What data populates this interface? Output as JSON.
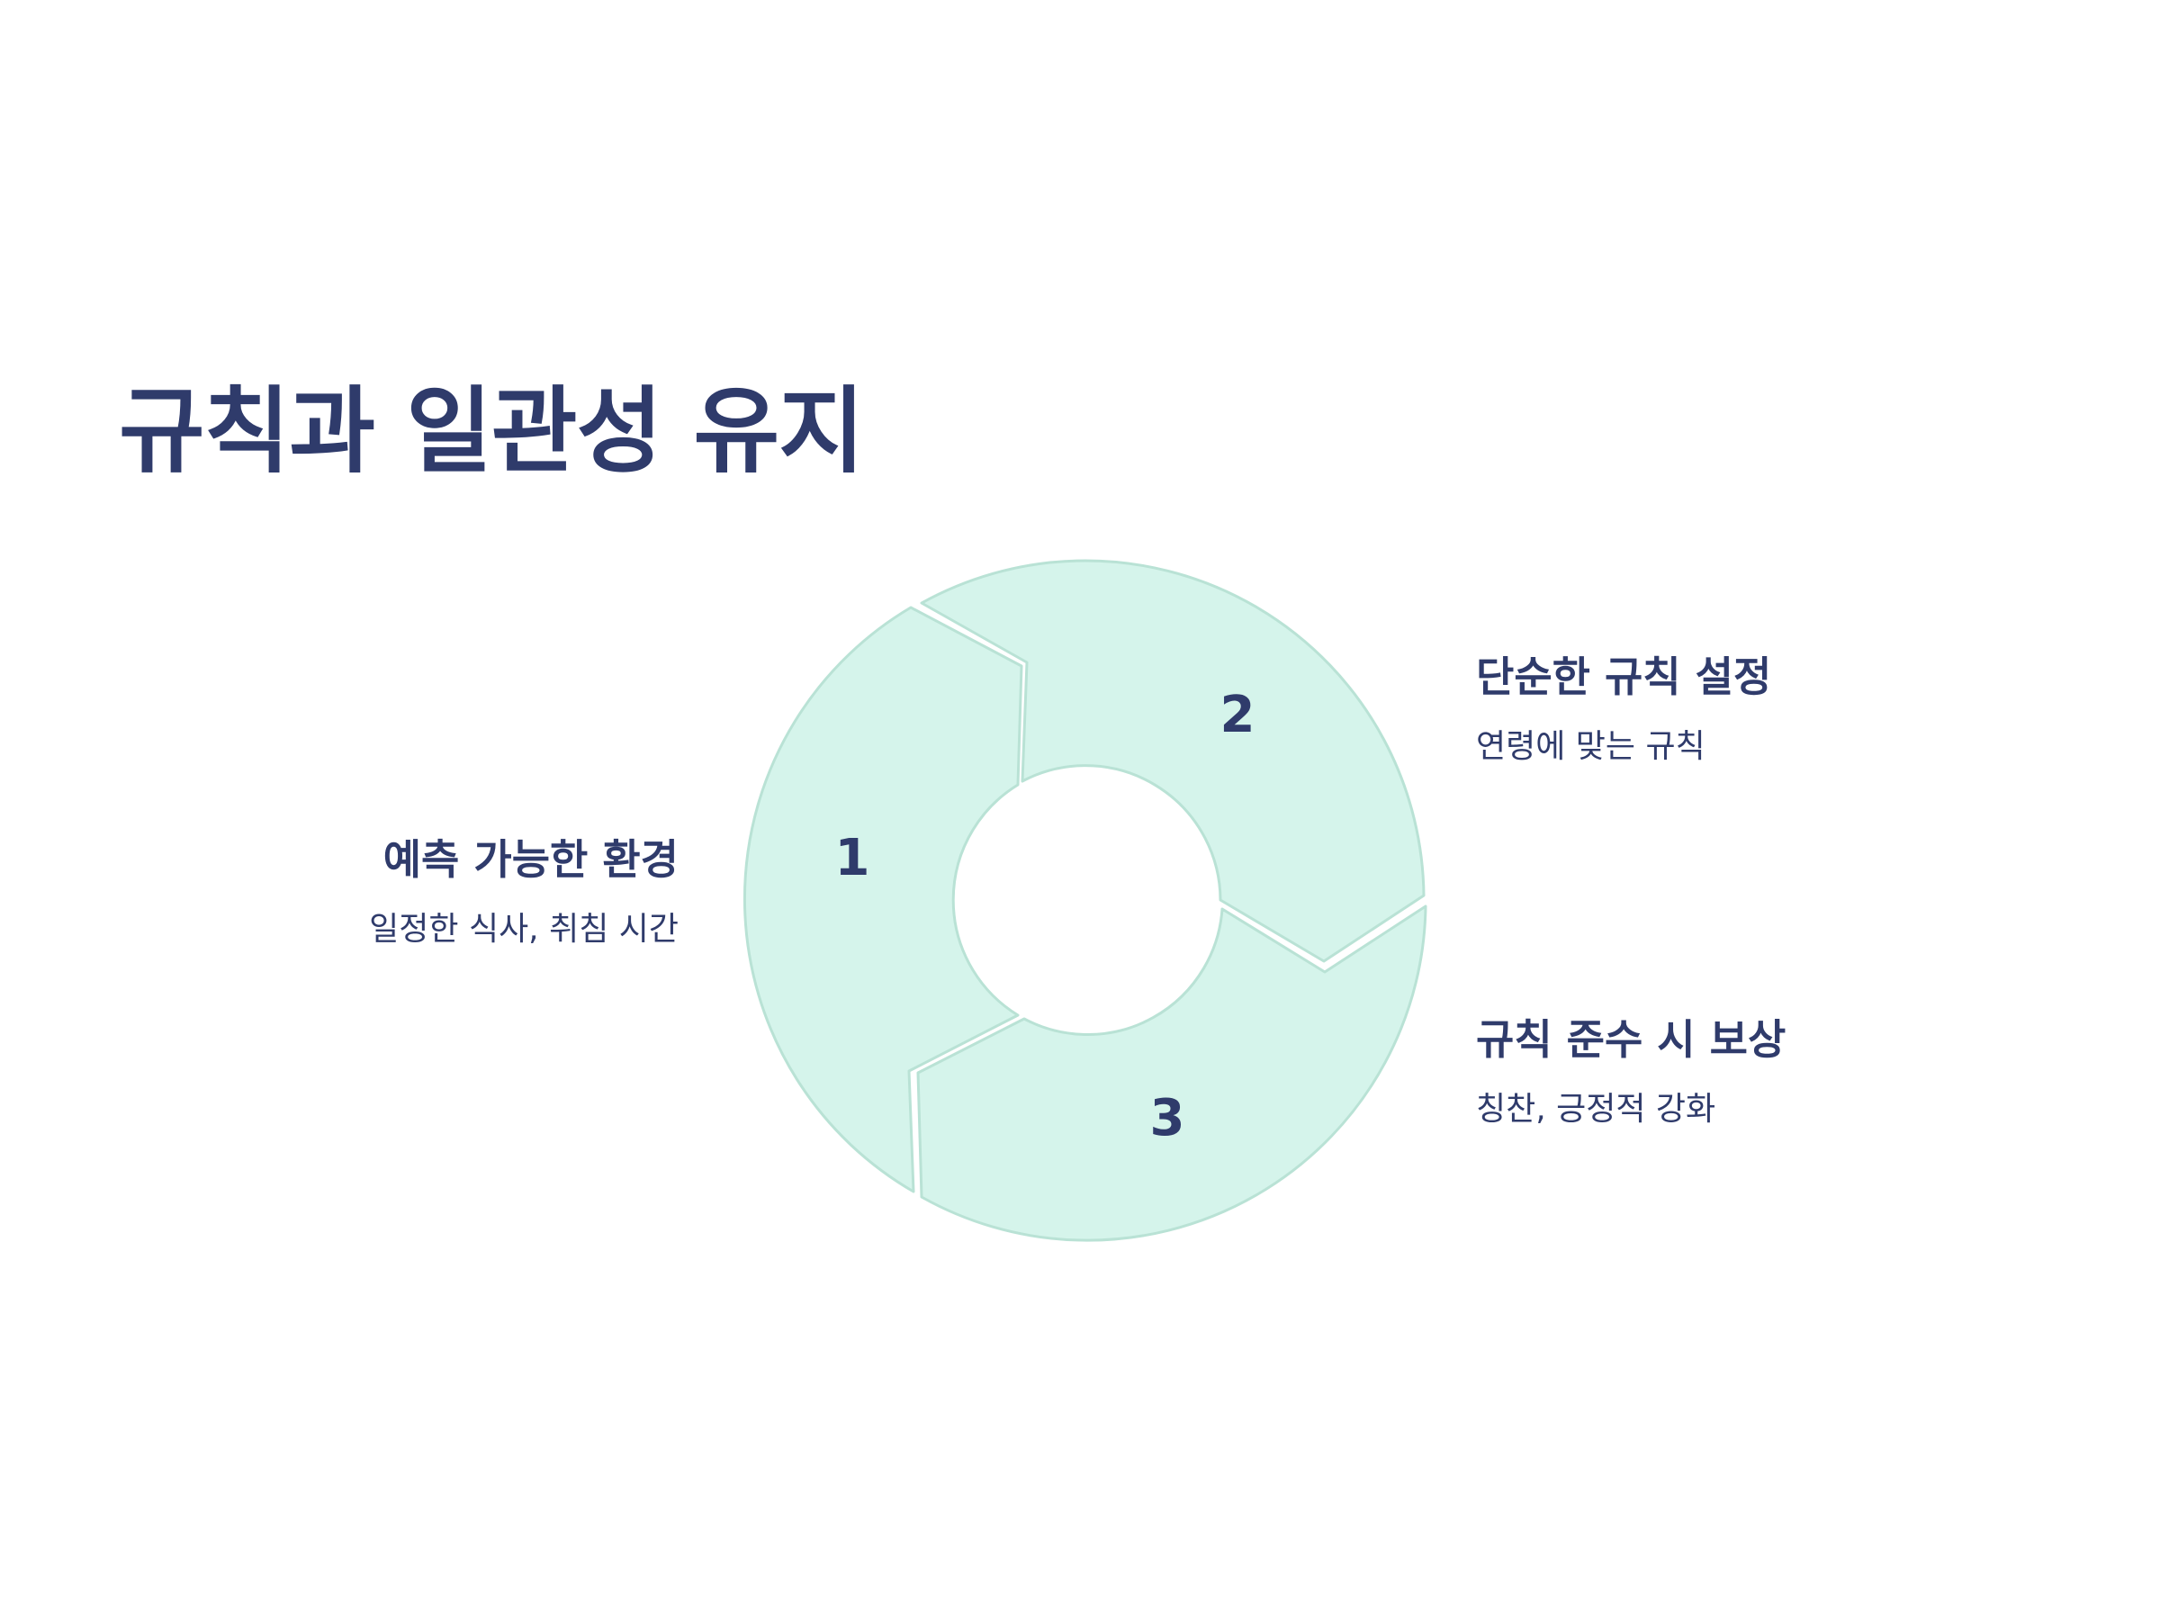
{
  "slide": {
    "title": "규칙과 일관성 유지"
  },
  "cycle": {
    "steps": [
      {
        "number": "1",
        "title": "예측 가능한 환경",
        "description": "일정한 식사, 취침 시간"
      },
      {
        "number": "2",
        "title": "단순한 규칙 설정",
        "description": "연령에 맞는 규칙"
      },
      {
        "number": "3",
        "title": "규칙 준수 시 보상",
        "description": "칭찬, 긍정적 강화"
      }
    ]
  },
  "colors": {
    "text": "#2f3b6b",
    "segment_fill": "#d5f4eb",
    "segment_stroke": "#b9e2d5",
    "background": "#ffffff"
  }
}
